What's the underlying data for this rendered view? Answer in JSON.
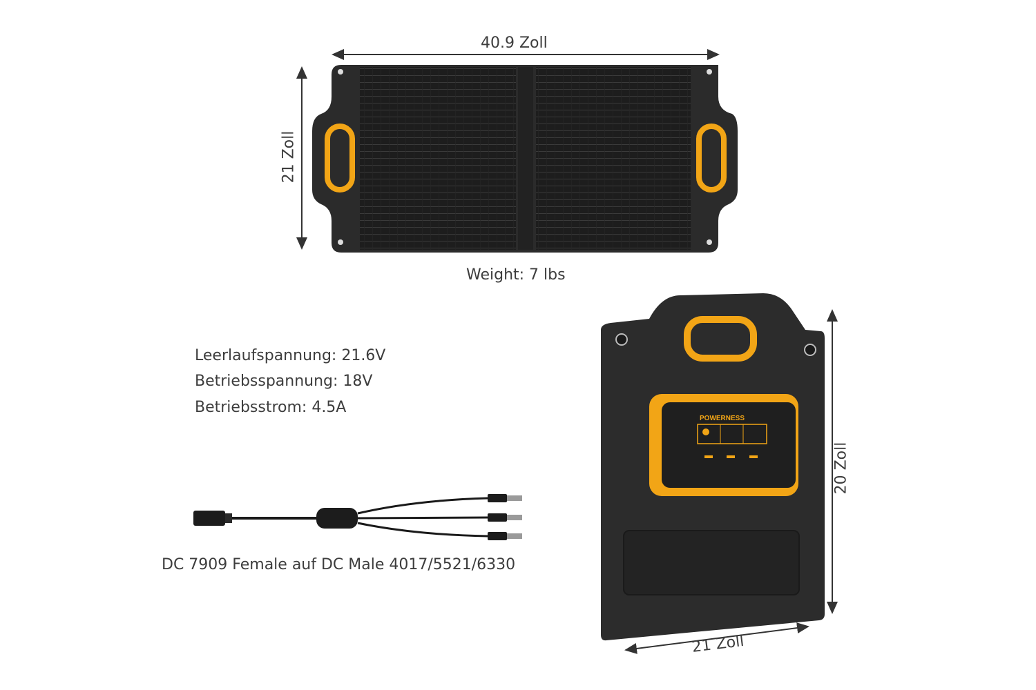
{
  "dimensions": {
    "top_width": "40.9 Zoll",
    "top_height": "21 Zoll",
    "back_height": "20 Zoll",
    "back_width": "21 Zoll"
  },
  "weight": "Weight: 7 lbs",
  "specs": [
    "Leerlaufspannung: 21.6V",
    "Betriebsspannung: 18V",
    "Betriebsstrom: 4.5A"
  ],
  "cable_caption": "DC 7909 Female auf DC Male 4017/5521/6330",
  "brand": "POWERNESS",
  "colors": {
    "panel": "#2b2b2b",
    "cell": "#1c1c1c",
    "accent": "#f2a516",
    "arrow": "#333333"
  }
}
